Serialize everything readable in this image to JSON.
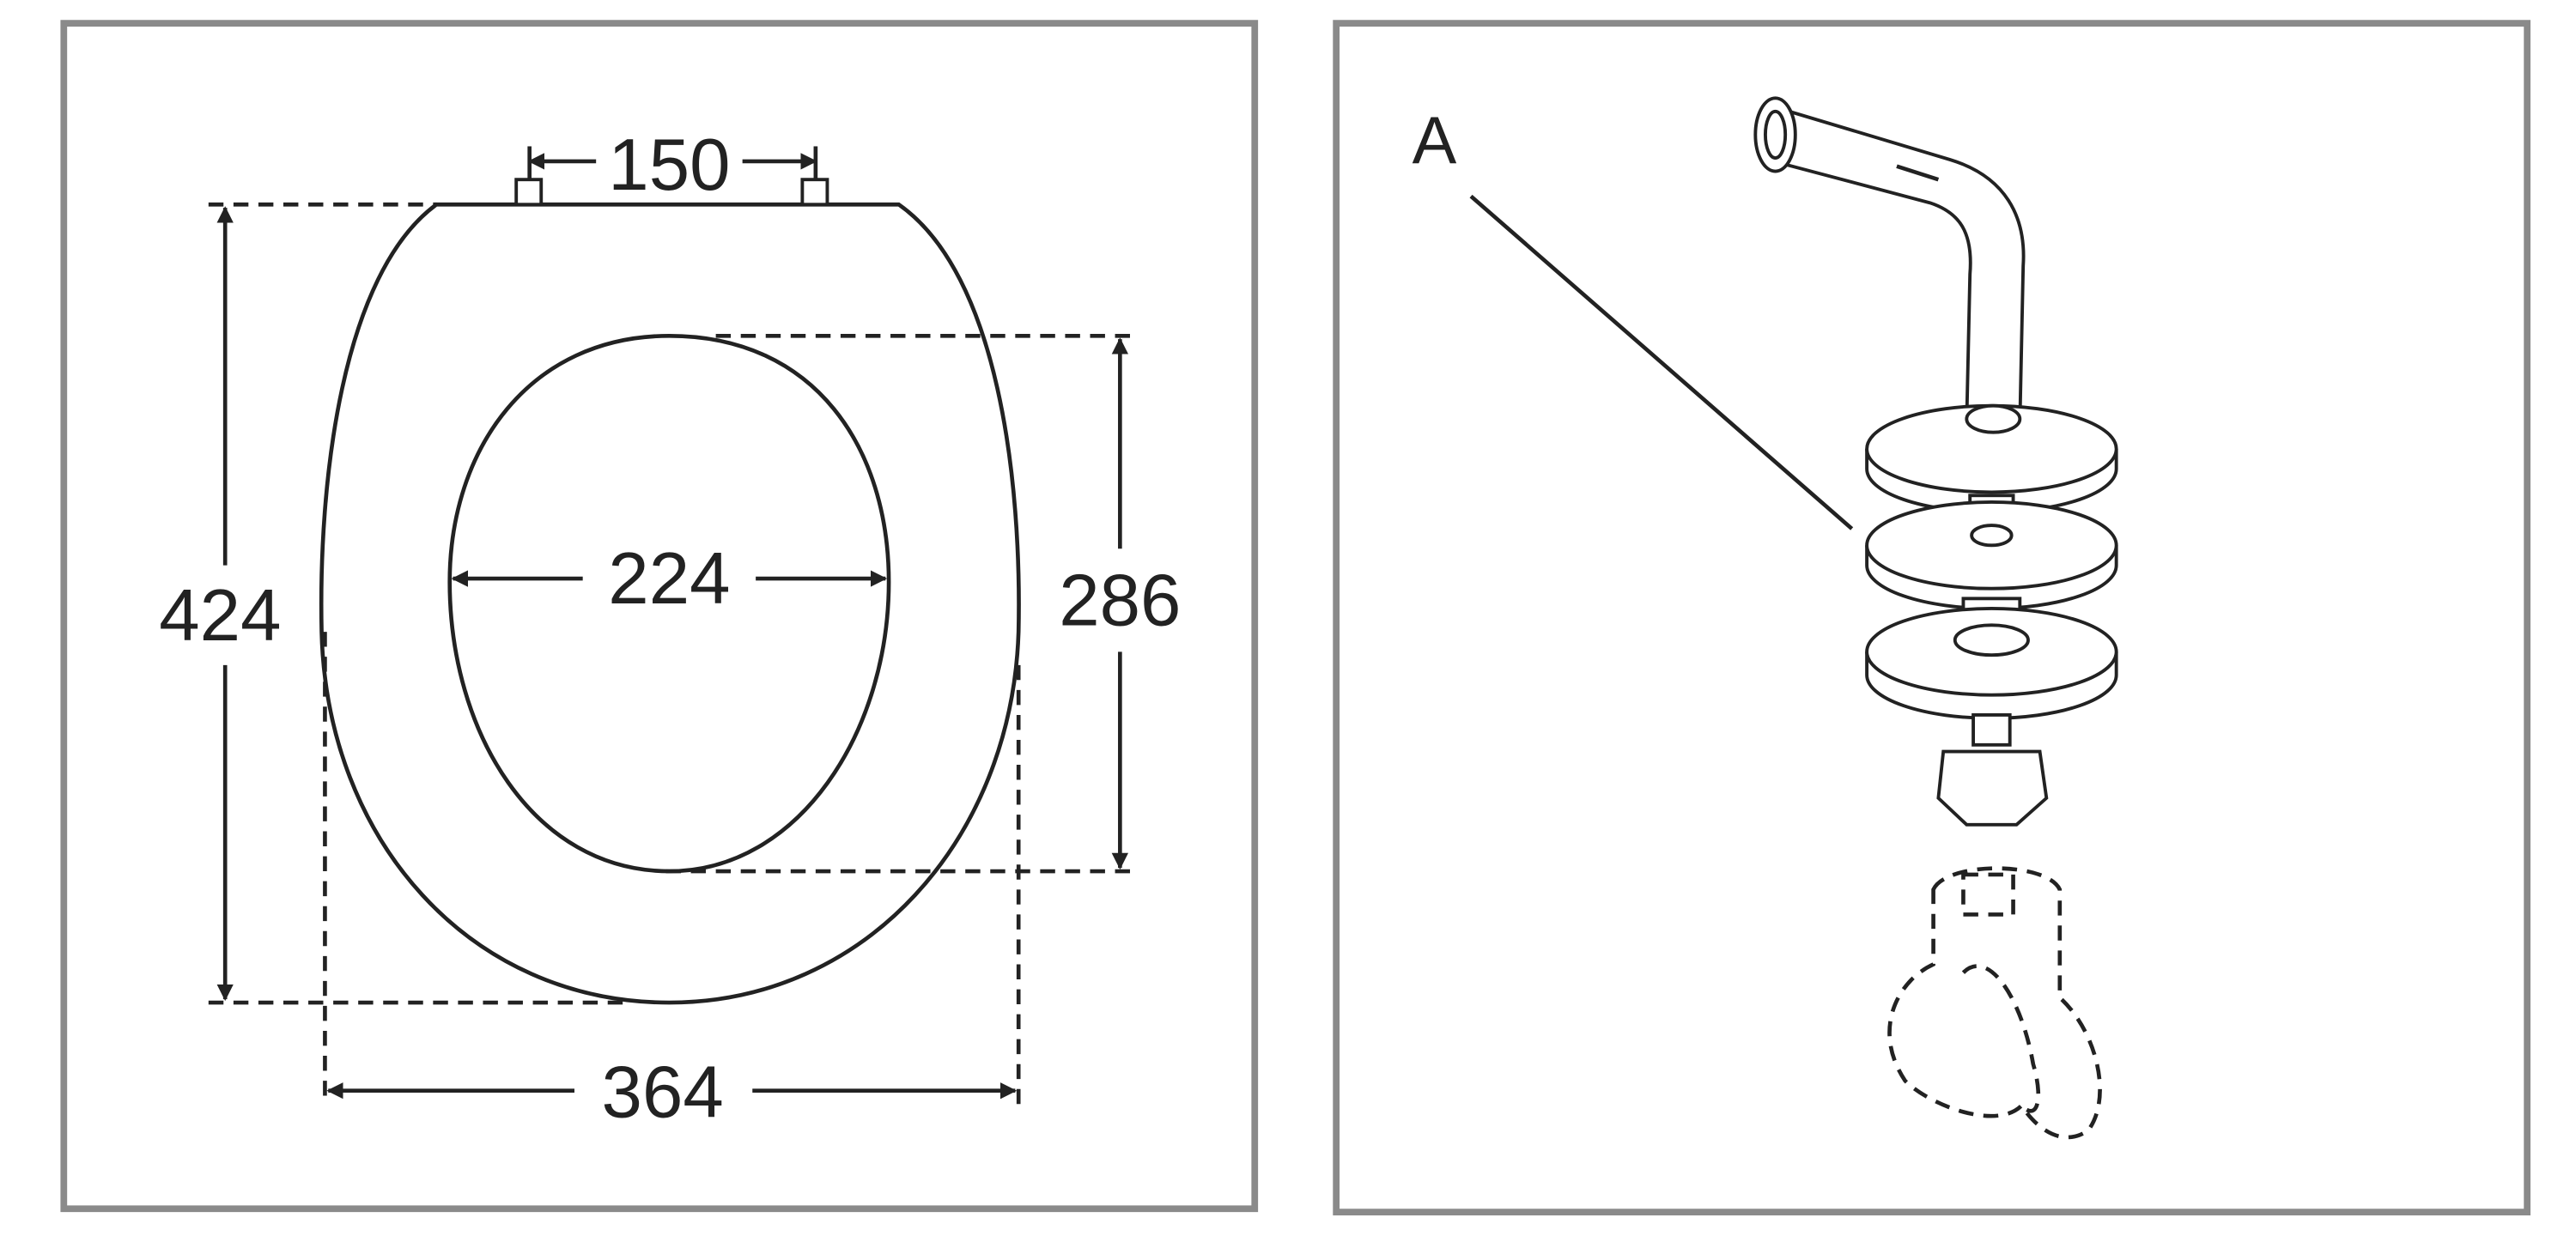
{
  "left_panel": {
    "title": "seat-dimensions",
    "dimensions": {
      "hinge_spacing": "150",
      "overall_length": "424",
      "opening_length": "286",
      "opening_width": "224",
      "overall_width": "364"
    }
  },
  "right_panel": {
    "title": "hinge-assembly",
    "callout_label": "A"
  },
  "colors": {
    "frame": "#8a8a8a",
    "line": "#222222"
  }
}
